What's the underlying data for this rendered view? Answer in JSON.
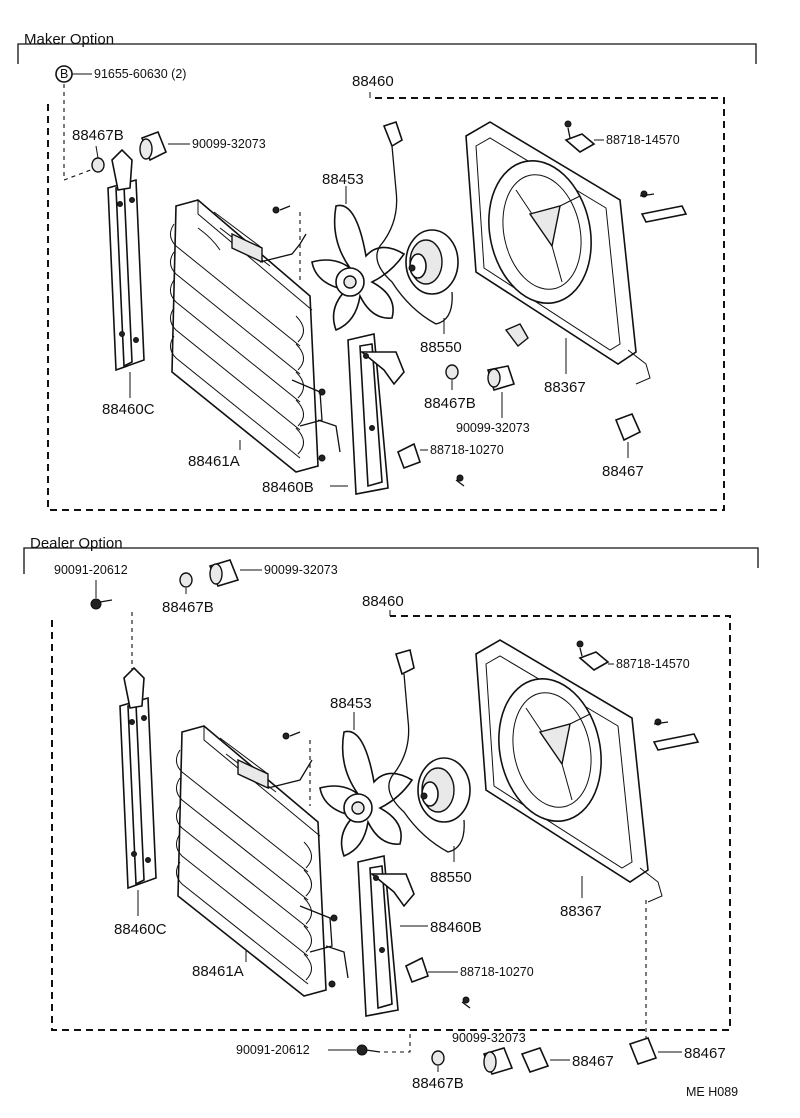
{
  "sections": {
    "maker": {
      "title": "Maker Option",
      "labels": {
        "assembly": "88460",
        "bolt_b": "91655-60630 (2)",
        "b_marker": "B",
        "cushion_top": "90099-32073",
        "pin_top": "88467B",
        "bracket_left": "88460C",
        "condenser": "88461A",
        "fan": "88453",
        "motor": "88550",
        "shroud": "88367",
        "clamp_top": "88718-14570",
        "pin_mid": "88467B",
        "cushion_mid": "90099-32073",
        "clamp_mid": "88718-10270",
        "bracket_right": "88460B",
        "cushion_right": "88467"
      }
    },
    "dealer": {
      "title": "Dealer Option",
      "labels": {
        "bolt_top": "90091-20612",
        "pin_top": "88467B",
        "cushion_top": "90099-32073",
        "assembly": "88460",
        "bracket_left": "88460C",
        "condenser": "88461A",
        "fan": "88453",
        "motor": "88550",
        "shroud": "88367",
        "clamp_top": "88718-14570",
        "bracket_right": "88460B",
        "clamp_mid": "88718-10270",
        "bolt_bottom": "90091-20612",
        "cushion_bottom": "90099-32073",
        "pin_bottom": "88467B",
        "cushion_b1": "88467",
        "cushion_b2": "88467"
      }
    }
  },
  "footer_code": "ME  H089"
}
